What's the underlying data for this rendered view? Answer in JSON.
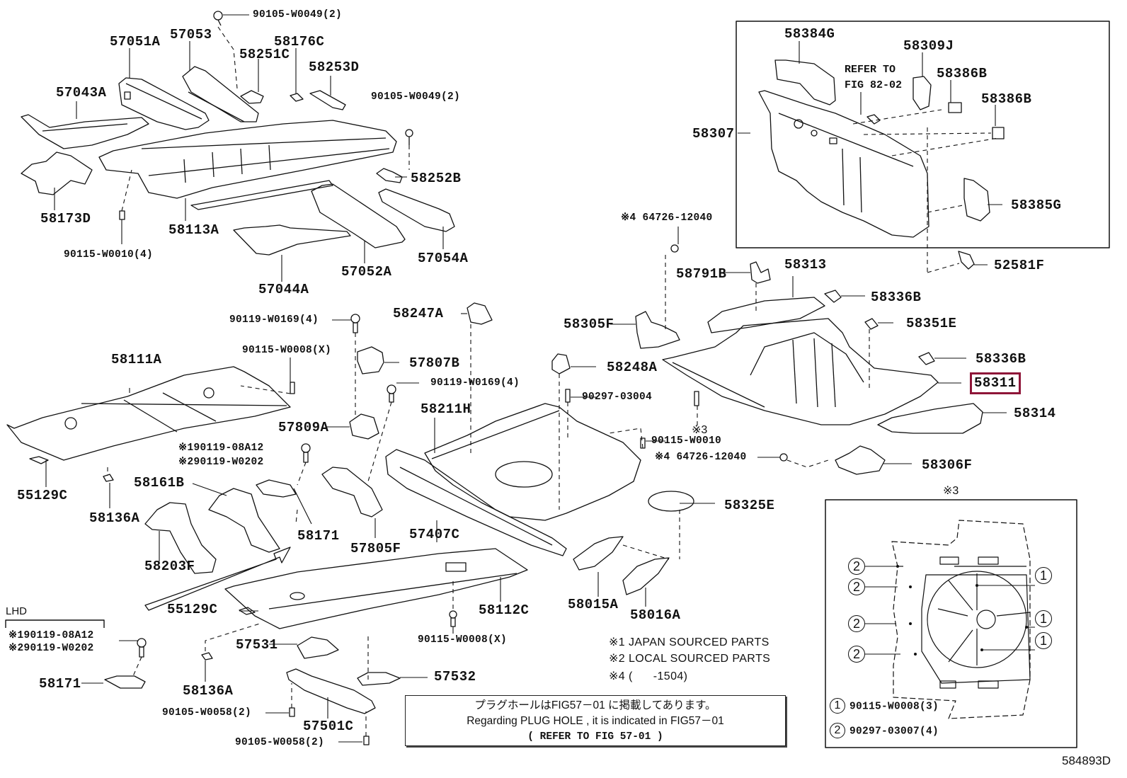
{
  "figure_code": "584893D",
  "highlight_color": "#8e1538",
  "highlighted_part": "58311",
  "parts": {
    "p_90105_W0049_top": "90105-W0049(2)",
    "p_57051A": "57051A",
    "p_57053": "57053",
    "p_58176C": "58176C",
    "p_58251C": "58251C",
    "p_58253D": "58253D",
    "p_57043A": "57043A",
    "p_90105_W0049_mid": "90105-W0049(2)",
    "p_58252B": "58252B",
    "p_58173D": "58173D",
    "p_58113A": "58113A",
    "p_90115_W0010_4": "90115-W0010(4)",
    "p_57044A": "57044A",
    "p_57052A": "57052A",
    "p_57054A": "57054A",
    "p_58384G": "58384G",
    "p_58309J": "58309J",
    "p_58386B_1": "58386B",
    "p_58386B_2": "58386B",
    "p_58307": "58307",
    "p_58385G": "58385G",
    "p_52581F": "52581F",
    "p_64726_top": "※4 64726-12040",
    "p_58791B": "58791B",
    "p_58313": "58313",
    "p_58336B_1": "58336B",
    "p_58305F": "58305F",
    "p_58351E": "58351E",
    "p_58336B_2": "58336B",
    "p_58311": "58311",
    "p_58314": "58314",
    "p_58248A": "58248A",
    "p_90297_03004": "90297-03004",
    "p_ref3": "※3",
    "p_90115_W0010": "90115-W0010",
    "p_64726_bottom": "※4 64726-12040",
    "p_58306F": "58306F",
    "p_58247A": "58247A",
    "p_90119_W0169_a": "90119-W0169(4)",
    "p_90115_W0008_x_a": "90115-W0008(X)",
    "p_57807B": "57807B",
    "p_90119_W0169_b": "90119-W0169(4)",
    "p_58111A": "58111A",
    "p_58211H": "58211H",
    "p_57809A": "57809A",
    "p_90119_08A12_a": "※190119-08A12",
    "p_90119_W0202_a": "※290119-W0202",
    "p_58161B": "58161B",
    "p_55129C_a": "55129C",
    "p_58136A_a": "58136A",
    "p_58171_a": "58171",
    "p_57805F": "57805F",
    "p_57407C": "57407C",
    "p_58203F": "58203F",
    "p_58325E": "58325E",
    "p_58015A": "58015A",
    "p_58016A": "58016A",
    "p_55129C_b": "55129C",
    "p_58112C": "58112C",
    "p_90115_W0008_x_b": "90115-W0008(X)",
    "p_57531": "57531",
    "p_58136A_b": "58136A",
    "p_57532": "57532",
    "p_90105_W0058_a": "90105-W0058(2)",
    "p_57501C": "57501C",
    "p_90105_W0058_b": "90105-W0058(2)",
    "p_58171_b": "58171",
    "p_90119_08A12_b": "※190119-08A12",
    "p_90119_W0202_b": "※290119-W0202"
  },
  "refer_to_82": [
    "REFER TO",
    "FIG 82-02"
  ],
  "lhd_label": "LHD",
  "notes": {
    "n1": "※1 JAPAN SOURCED PARTS",
    "n2": "※2 LOCAL SOURCED PARTS",
    "n4": "※4 (      -1504)"
  },
  "plug_hole_box": {
    "line_jp": "プラグホールはFIG57－01 に掲載してあります。",
    "line_en": "Regarding  PLUG HOLE , it is indicated in FIG57－01",
    "line_ref": "( REFER TO FIG 57-01 )"
  },
  "inset3": {
    "title": "※3",
    "callout_1": "1",
    "callout_2": "2",
    "legend": [
      {
        "num": "1",
        "part": "90115-W0008(3)"
      },
      {
        "num": "2",
        "part": "90297-03007(4)"
      }
    ]
  }
}
